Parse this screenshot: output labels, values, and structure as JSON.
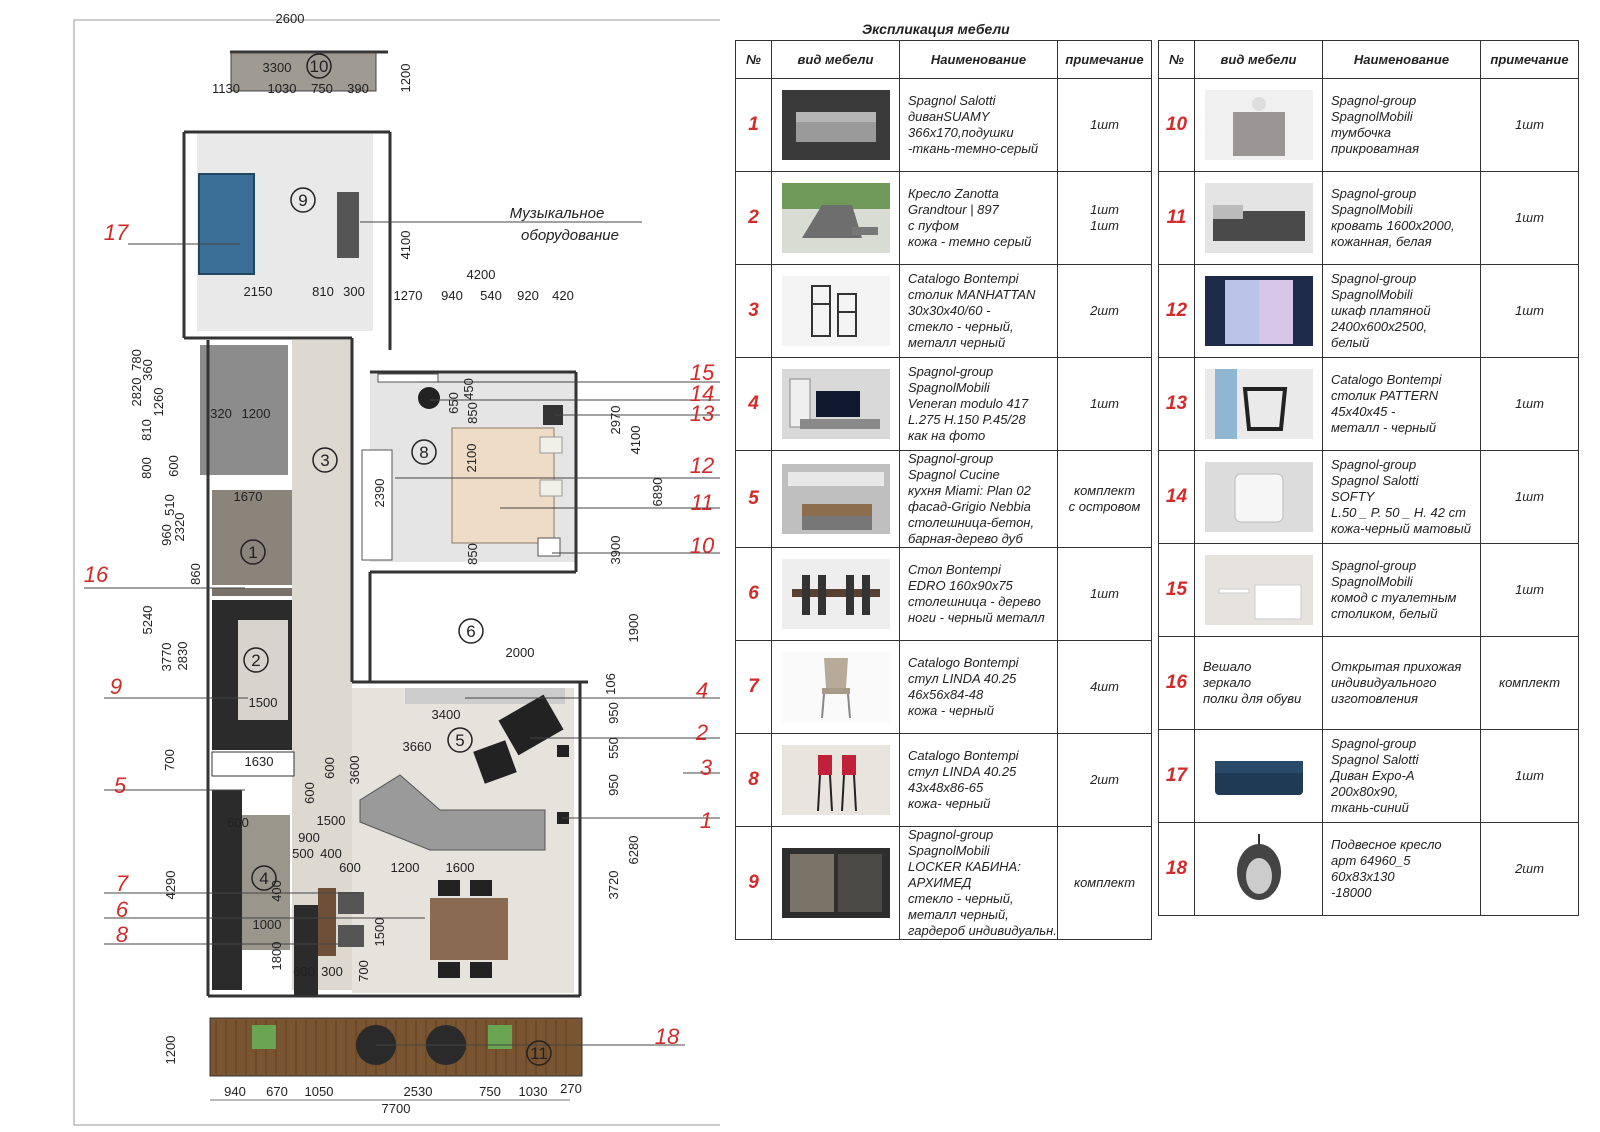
{
  "title": "Экспликация мебели",
  "headers": {
    "num": "№",
    "view": "вид мебели",
    "name": "Наименование",
    "note": "примечание"
  },
  "tables": [
    [
      {
        "n": "1",
        "name": "Spagnol Salotti\nдиванSUAMY\n366x170,подушки\n-ткань-темно-серый",
        "note": "1шт",
        "ph": "sofa"
      },
      {
        "n": "2",
        "name": "Кресло Zanotta\nGrandtour | 897\nс пуфом\nкожа - темно серый",
        "note": "1шт\n1шт",
        "ph": "armchair"
      },
      {
        "n": "3",
        "name": "Catalogo Bontempi\nстолик MANHATTAN\n30x30x40/60 -\nстекло - черный,\nметалл черный",
        "note": "2шт",
        "ph": "shelf"
      },
      {
        "n": "4",
        "name": "Spagnol-group\nSpagnolMobili\nVeneran modulo 417\nL.275 H.150 P.45/28\nкак на фото",
        "note": "1шт",
        "ph": "tv"
      },
      {
        "n": "5",
        "name": "Spagnol-group\n Spagnol Cucine\nкухня Miami: Plan 02\nфасад-Grigio Nebbia\nстолешница-бетон,\nбарная-дерево дуб",
        "note": "комплект\nс островом",
        "ph": "kitchen"
      },
      {
        "n": "6",
        "name": "Стол Bontempi\nEDRO 160x90x75\nстолешница - дерево\nноги - черный металл",
        "note": "1шт",
        "ph": "table"
      },
      {
        "n": "7",
        "name": "Catalogo Bontempi\nстул LINDA 40.25\n46x56x84-48\nкожа - черный",
        "note": "4шт",
        "ph": "chair"
      },
      {
        "n": "8",
        "name": "Catalogo Bontempi\nстул LINDA 40.25\n43x48x86-65\nкожа- черный",
        "note": "2шт",
        "ph": "stool"
      },
      {
        "n": "9",
        "name": "Spagnol-group\nSpagnolMobili\nLOCKER КАБИНА:\nАРХИМЕД\nстекло - черный,\nметалл черный,\nгардероб индивидуальн.",
        "note": "комплект",
        "ph": "wardrobe"
      }
    ],
    [
      {
        "n": "10",
        "name": "Spagnol-group\nSpagnolMobili\nтумбочка\nприкроватная",
        "note": "1шт",
        "ph": "nightstand"
      },
      {
        "n": "11",
        "name": "Spagnol-group\nSpagnolMobili\nкровать 1600x2000,\nкожанная, белая",
        "note": "1шт",
        "ph": "bed"
      },
      {
        "n": "12",
        "name": "Spagnol-group\nSpagnolMobili\nшкаф платяной\n2400x600x2500,\nбелый",
        "note": "1шт",
        "ph": "closet"
      },
      {
        "n": "13",
        "name": "Catalogo Bontempi\nстолик PATTERN\n45x40x45 -\nметалл - черный",
        "note": "1шт",
        "ph": "sidetable"
      },
      {
        "n": "14",
        "name": "Spagnol-group\nSpagnol Salotti\nSOFTY\nL.50 _ P. 50 _ H. 42 cm\nкожа-черный матовый",
        "note": "1шт",
        "ph": "pouf"
      },
      {
        "n": "15",
        "name": "Spagnol-group\nSpagnolMobili\nкомод с туалетным\nстоликом, белый",
        "note": "1шт",
        "ph": "dresser"
      },
      {
        "n": "16",
        "view_text": "Вешало\nзеркало\nполки для обуви",
        "name": "Открытая прихожая\nиндивидуального\nизготовления",
        "note": "комплект"
      },
      {
        "n": "17",
        "name": "Spagnol-group\nSpagnol Salotti\nДиван Expo-A\n200x80x90,\nткань-синий",
        "note": "1шт",
        "ph": "bluesofa"
      },
      {
        "n": "18",
        "name": "Подвесное кресло\nарт 64960_5\n60x83x130\n-18000",
        "note": "2шт",
        "ph": "egg"
      }
    ]
  ],
  "plan": {
    "room_numbers": [
      "1",
      "2",
      "3",
      "4",
      "5",
      "6",
      "8",
      "9",
      "10",
      "11"
    ],
    "callouts": [
      "1",
      "2",
      "3",
      "4",
      "5",
      "6",
      "7",
      "8",
      "9",
      "10",
      "11",
      "12",
      "13",
      "14",
      "15",
      "16",
      "17",
      "18"
    ],
    "music_label": [
      "Музыкальное",
      "оборудование"
    ],
    "dims": {
      "top_width": "2600",
      "top_3300": "3300",
      "top_1130": "1130",
      "top_1030": "1030",
      "top_750": "750",
      "top_390": "390",
      "right_1200": "1200",
      "r9_2150": "2150",
      "r9_810": "810",
      "r9_300": "300",
      "r9_4100": "4100",
      "br_4200": "4200",
      "br_1270": "1270",
      "br_940": "940",
      "br_540": "540",
      "br_920": "920",
      "br_420": "420",
      "v_2970": "2970",
      "v_4100b": "4100",
      "v_6890": "6890",
      "v_3900": "3900",
      "v_1900": "1900",
      "v_106": "106",
      "v_950a": "950",
      "v_550": "550",
      "v_950b": "950",
      "v_6280": "6280",
      "v_3720": "3720",
      "bed_650": "650",
      "bed_450": "450",
      "bed_850": "850",
      "bed_2100": "2100",
      "bed_850b": "850",
      "bed_2390": "2390",
      "l_780": "780",
      "l_360": "360",
      "l_2820": "2820",
      "l_1260": "1260",
      "l_810": "810",
      "l_800": "800",
      "l_600": "600",
      "l_320": "320",
      "l_1200": "1200",
      "l_1670": "1670",
      "l_960": "960",
      "l_510": "510",
      "l_2320": "2320",
      "l_860": "860",
      "l_5240": "5240",
      "l_3770": "3770",
      "l_2830": "2830",
      "l_1500": "1500",
      "l_700": "700",
      "l_1630": "1630",
      "l_4290": "4290",
      "t_2000": "2000",
      "t_3400": "3400",
      "t_3660": "3660",
      "t_600a": "600",
      "t_600b": "600",
      "t_3600": "3600",
      "t_1500": "1500",
      "t_900": "900",
      "t_500": "500",
      "t_400": "400",
      "t_600c": "600",
      "t_1200": "1200",
      "t_1600": "1600",
      "t_600d": "600",
      "t_400b": "400",
      "t_1000": "1000",
      "t_1500b": "1500",
      "t_1800": "1800",
      "t_600e": "600",
      "t_300": "300",
      "t_700": "700",
      "b_940": "940",
      "b_670": "670",
      "b_1050": "1050",
      "b_2530": "2530",
      "b_750": "750",
      "b_1030": "1030",
      "b_270": "270",
      "b_7700": "7700",
      "b_1200": "1200"
    }
  }
}
